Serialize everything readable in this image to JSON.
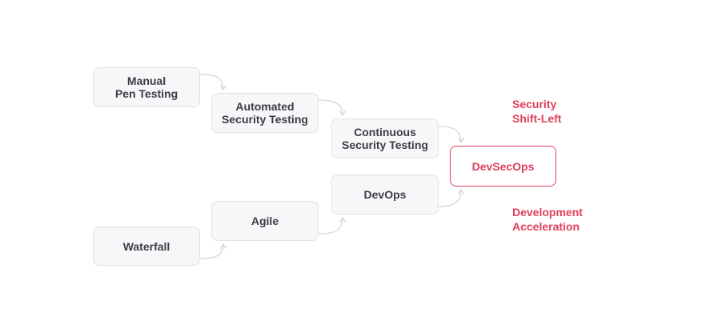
{
  "diagram": {
    "nodes": {
      "manual": "Manual\nPen Testing",
      "automated": "Automated\nSecurity Testing",
      "continuous": "Continuous\nSecurity Testing",
      "devsecops": "DevSecOps",
      "devops": "DevOps",
      "agile": "Agile",
      "waterfall": "Waterfall"
    },
    "annotations": {
      "security_shift_left": "Security\nShift-Left",
      "development_acceleration": "Development\nAcceleration"
    },
    "colors": {
      "accent": "#e0405c",
      "node_fill": "#f7f7f9",
      "node_border": "#e1e1e6",
      "node_text": "#3c3c44",
      "connector": "#d6d6dc"
    }
  }
}
